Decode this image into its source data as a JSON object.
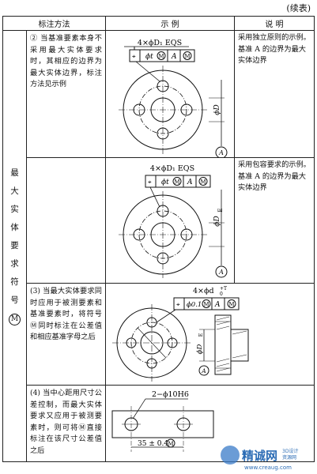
{
  "continued": "(续表)",
  "headers": {
    "col1": "标注方法",
    "col2": "示  例",
    "col3": "说  明"
  },
  "side_label": [
    "最",
    "大",
    "实",
    "体",
    "要",
    "求",
    "符",
    "号"
  ],
  "side_symbol": "M",
  "rows": [
    {
      "method": "② 当基准要素本身不采用最大实体要求时，其相应的边界为最大实体边界，标注方法见示例",
      "notes": [
        "采用独立原则的示例。",
        "基准 A 的边界为最大实体边界"
      ],
      "fig": {
        "top": "4×ϕD₁ EQS",
        "tol": "ϕt",
        "mod": "M",
        "datum": "A",
        "datum_mod": "M",
        "dim": "ϕD",
        "label": "A"
      }
    },
    {
      "method": "",
      "notes": [
        "采用包容要求的示例。",
        "基准 A 的边界为最大实体边界"
      ],
      "fig": {
        "top": "4×ϕD₁ EQS",
        "tol": "ϕt",
        "mod": "M",
        "datum": "A",
        "datum_mod": "M",
        "dim": "ϕD",
        "dim_mod": "E",
        "label": "A"
      }
    },
    {
      "method": "(3) 当最大实体要求同时应用于被测要素和基准要素时，将符号Ⓜ同时标注在公差值和相应基准字母之后",
      "notes": [],
      "fig": {
        "top": "4×ϕd",
        "top_sup": "+T",
        "top_sub": "0",
        "tol": "ϕ0.1",
        "mod": "M",
        "datum": "A",
        "datum_mod": "M",
        "dim": "ϕD",
        "dim_mod": "E",
        "label": "A"
      }
    },
    {
      "method": "(4) 当中心距用尺寸公差控制，而最大实体要求又应用于被测要素时，则可将Ⓜ直接标注在该尺寸公差值之后",
      "notes": [],
      "fig": {
        "top": "2−ϕ10H6",
        "dim": "35 ± 0.4",
        "mod": "M"
      }
    }
  ],
  "watermark": {
    "brand": "精诚网",
    "sub1": "3D设计",
    "sub2": "资源网",
    "url": "www.creaug.com"
  }
}
